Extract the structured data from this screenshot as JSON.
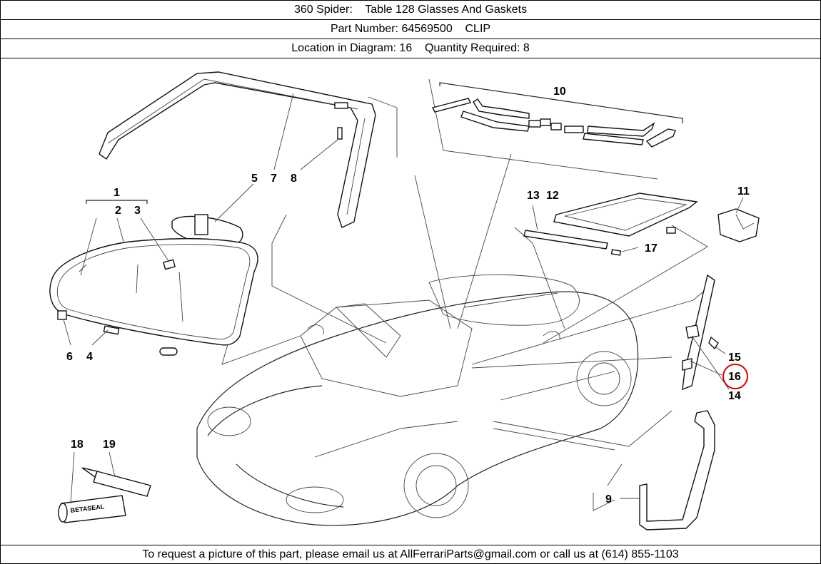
{
  "header": {
    "title_line": "360 Spider:    Table 128 Glasses And Gaskets",
    "part_line": "Part Number: 64569500    CLIP",
    "location_line": "Location in Diagram: 16    Quantity Required: 8"
  },
  "callouts": [
    "1",
    "2",
    "3",
    "4",
    "5",
    "6",
    "7",
    "8",
    "9",
    "10",
    "11",
    "12",
    "13",
    "14",
    "15",
    "16",
    "17",
    "18",
    "19"
  ],
  "highlighted_callout": "16",
  "highlight_color": "#d40000",
  "tube_label": "BETASEAL",
  "footer": {
    "text": "To request a picture of this part, please email us at AllFerrariParts@gmail.com or call us at (614) 855-1103"
  }
}
